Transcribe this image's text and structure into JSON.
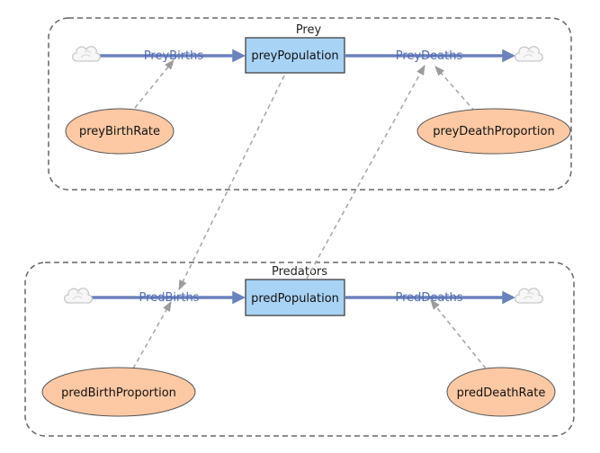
{
  "groups": {
    "prey": {
      "label": "Prey"
    },
    "predators": {
      "label": "Predators"
    }
  },
  "stocks": {
    "prey_population": "preyPopulation",
    "pred_population": "predPopulation"
  },
  "flows": {
    "prey_births": "PreyBirths",
    "prey_deaths": "PreyDeaths",
    "pred_births": "PredBirths",
    "pred_deaths": "PredDeaths"
  },
  "variables": {
    "prey_birth_rate": "preyBirthRate",
    "prey_death_proportion": "preyDeathProportion",
    "pred_birth_proportion": "predBirthProportion",
    "pred_death_rate": "predDeathRate"
  },
  "colors": {
    "stock_fill": "#a9d3f5",
    "variable_fill": "#fcc9a4",
    "flow": "#6a82bd",
    "link": "#a8a8a8"
  },
  "icons": [
    "cloud-icon"
  ]
}
